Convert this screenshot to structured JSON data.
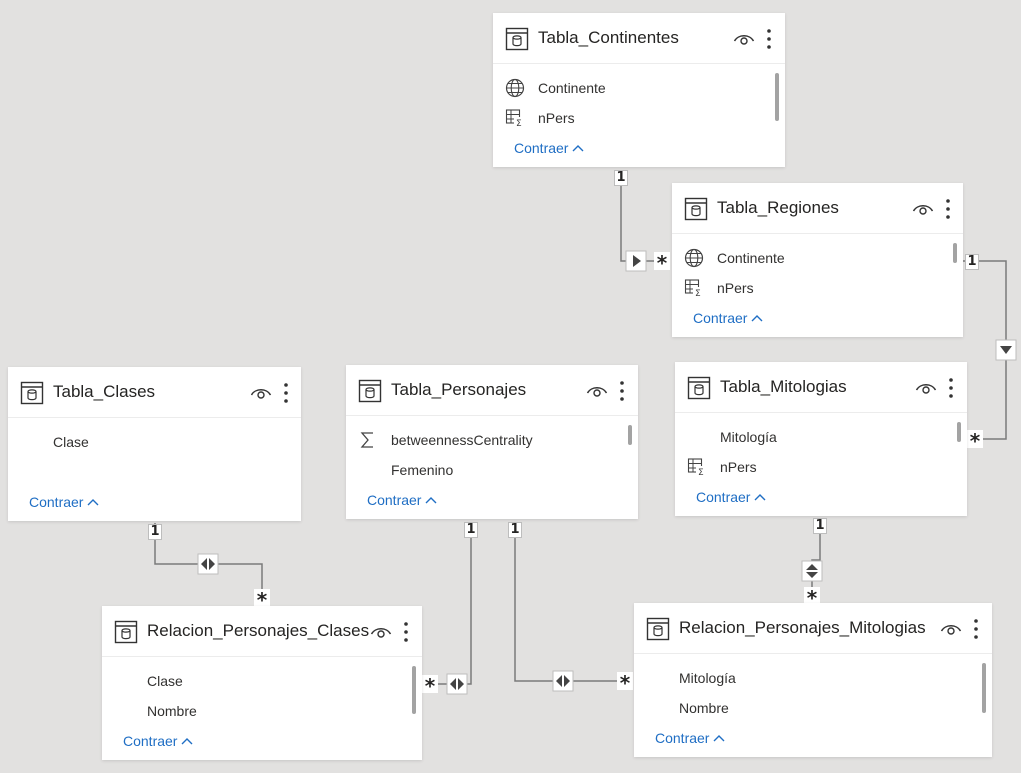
{
  "colors": {
    "canvas": "#e2e1e0",
    "card": "#ffffff",
    "link": "#1f6ec4",
    "line": "#7a7a7a",
    "text": "#252423"
  },
  "collapse_label": "Contraer",
  "icons": {
    "table": "table-icon",
    "visibility": "eye-icon",
    "menu": "more-vertical-icon",
    "globe": "globe-icon",
    "sigma": "sigma-icon",
    "calc_column": "calculated-column-icon",
    "collapse": "chevron-up-icon"
  },
  "tables": {
    "continentes": {
      "title": "Tabla_Continentes",
      "fields": [
        {
          "label": "Continente",
          "icon": "globe-icon"
        },
        {
          "label": "nPers",
          "icon": "calculated-column-icon"
        }
      ]
    },
    "regiones": {
      "title": "Tabla_Regiones",
      "fields": [
        {
          "label": "Continente",
          "icon": "globe-icon"
        },
        {
          "label": "nPers",
          "icon": "calculated-column-icon"
        }
      ]
    },
    "clases": {
      "title": "Tabla_Clases",
      "fields": [
        {
          "label": "Clase",
          "icon": ""
        }
      ]
    },
    "personajes": {
      "title": "Tabla_Personajes",
      "fields": [
        {
          "label": "betweennessCentrality",
          "icon": "sigma-icon"
        },
        {
          "label": "Femenino",
          "icon": ""
        }
      ]
    },
    "mitologias": {
      "title": "Tabla_Mitologias",
      "fields": [
        {
          "label": "Mitología",
          "icon": ""
        },
        {
          "label": "nPers",
          "icon": "calculated-column-icon"
        }
      ]
    },
    "rel_clases": {
      "title": "Relacion_Personajes_Clases",
      "fields": [
        {
          "label": "Clase",
          "icon": ""
        },
        {
          "label": "Nombre",
          "icon": ""
        }
      ]
    },
    "rel_mitologias": {
      "title": "Relacion_Personajes_Mitologias",
      "fields": [
        {
          "label": "Mitología",
          "icon": ""
        },
        {
          "label": "Nombre",
          "icon": ""
        }
      ]
    }
  },
  "relationships": [
    {
      "from": "Tabla_Continentes",
      "to": "Tabla_Regiones",
      "one": "1",
      "many": "*",
      "filter": "single"
    },
    {
      "from": "Tabla_Regiones",
      "to": "Tabla_Mitologias",
      "one": "1",
      "many": "*",
      "filter": "single"
    },
    {
      "from": "Tabla_Clases",
      "to": "Relacion_Personajes_Clases",
      "one": "1",
      "many": "*",
      "filter": "both"
    },
    {
      "from": "Tabla_Personajes",
      "to": "Relacion_Personajes_Clases",
      "one": "1",
      "many": "*",
      "filter": "both"
    },
    {
      "from": "Tabla_Personajes",
      "to": "Relacion_Personajes_Mitologias",
      "one": "1",
      "many": "*",
      "filter": "both"
    },
    {
      "from": "Tabla_Mitologias",
      "to": "Relacion_Personajes_Mitologias",
      "one": "1",
      "many": "*",
      "filter": "both"
    }
  ]
}
